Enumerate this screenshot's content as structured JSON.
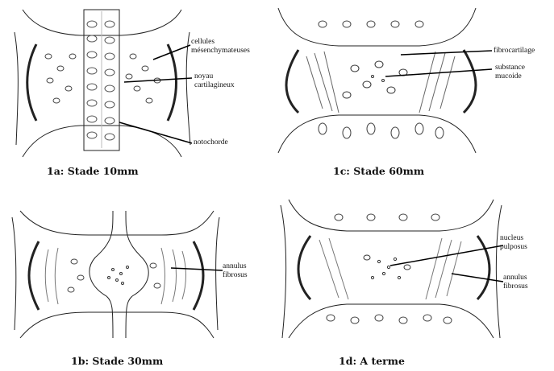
{
  "panels": [
    {
      "caption": "1a: Stade 10mm",
      "labels": [
        "cellules mésenchymateuses",
        "noyau cartilagineux",
        "notochorde"
      ]
    },
    {
      "caption": "1b: Stade 30mm",
      "labels": [
        "annulus fibrosus"
      ]
    },
    {
      "caption": "1c: Stade 60mm",
      "labels": [
        "fibrocartilage",
        "substance mucoide"
      ]
    },
    {
      "caption": "1d: A terme",
      "labels": [
        "nucleus pulposus",
        "annulus fibrosus"
      ]
    }
  ]
}
